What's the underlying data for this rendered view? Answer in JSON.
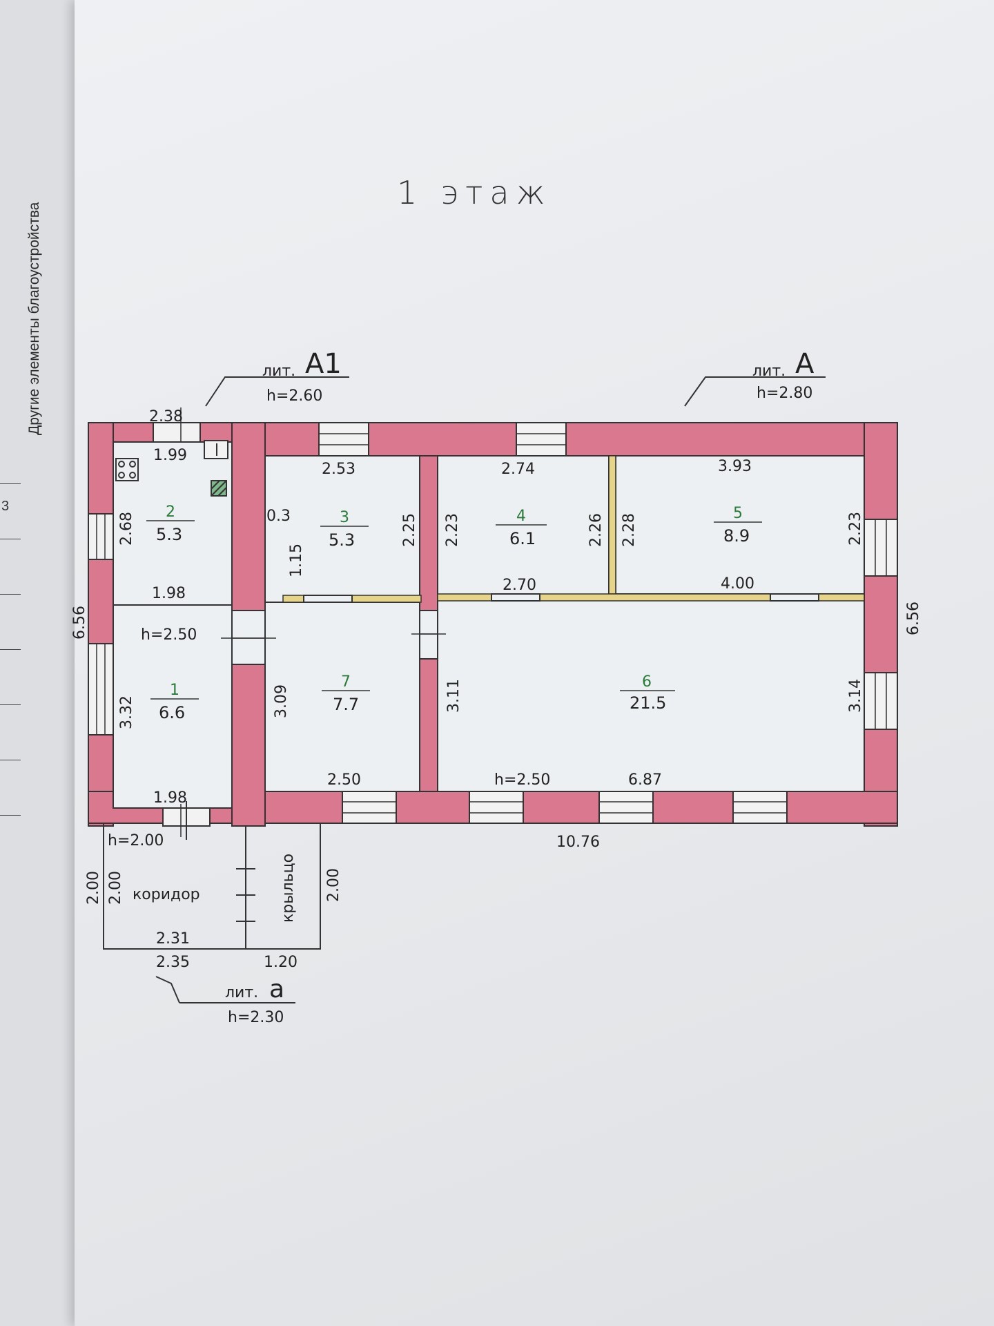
{
  "side": {
    "vertical_text": "Другие элементы благоустройства",
    "number": "3"
  },
  "title": "1 этаж",
  "liters": {
    "A1": {
      "label": "лит.",
      "letter": "А1",
      "height": "h=2.60"
    },
    "A": {
      "label": "лит.",
      "letter": "А",
      "height": "h=2.80"
    },
    "a": {
      "label": "лит.",
      "letter": "а",
      "height": "h=2.30"
    }
  },
  "rooms": [
    {
      "num": "1",
      "area": "6.6"
    },
    {
      "num": "2",
      "area": "5.3"
    },
    {
      "num": "3",
      "area": "5.3"
    },
    {
      "num": "4",
      "area": "6.1"
    },
    {
      "num": "5",
      "area": "8.9"
    },
    {
      "num": "6",
      "area": "21.5"
    },
    {
      "num": "7",
      "area": "7.7"
    }
  ],
  "annex": {
    "corridor": "коридор",
    "porch": "крыльцо"
  },
  "dims": {
    "top_2_38": "2.38",
    "d_1_99": "1.99",
    "d_2_53": "2.53",
    "d_2_74": "2.74",
    "d_3_93": "3.93",
    "d_2_68": "2.68",
    "d_0_3": "0.3",
    "d_1_15": "1.15",
    "d_2_25": "2.25",
    "d_2_23a": "2.23",
    "d_2_26": "2.26",
    "d_2_28": "2.28",
    "d_2_23b": "2.23",
    "d_1_98a": "1.98",
    "d_2_70": "2.70",
    "d_4_00": "4.00",
    "h_2_50a": "h=2.50",
    "left_6_56": "6.56",
    "right_6_56": "6.56",
    "d_3_32": "3.32",
    "d_3_09": "3.09",
    "d_3_11": "3.11",
    "d_3_14": "3.14",
    "d_2_50": "2.50",
    "h_2_50b": "h=2.50",
    "d_6_87": "6.87",
    "d_1_98b": "1.98",
    "h_2_00": "h=2.00",
    "d_10_76": "10.76",
    "c_2_00a": "2.00",
    "c_2_00b": "2.00",
    "c_2_00c": "2.00",
    "c_2_31": "2.31",
    "c_2_35": "2.35",
    "c_1_20": "1.20"
  },
  "colors": {
    "wall": "#d9788e",
    "partition": "#e6d48a",
    "line": "#222222"
  }
}
